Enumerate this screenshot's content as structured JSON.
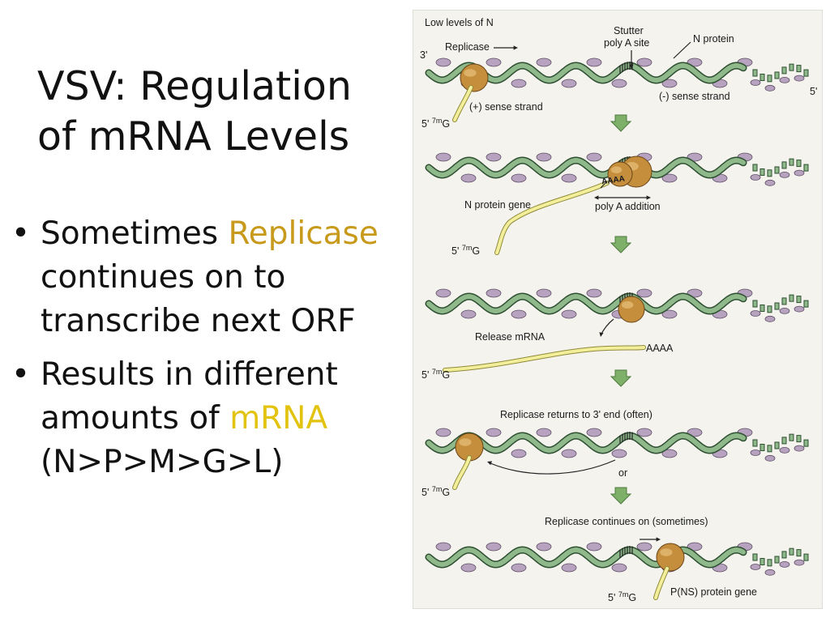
{
  "slide": {
    "title": "VSV:  Regulation\nof mRNA Levels",
    "bullets": [
      {
        "prefix": "Sometimes ",
        "highlight": "Replicase",
        "suffix": "  continues on to transcribe next ORF",
        "highlight_color": "#c89a1c"
      },
      {
        "prefix": "Results in different amounts of ",
        "highlight": "mRNA",
        "suffix": " (N>P>M>G>L)",
        "highlight_color": "#e2c30f"
      }
    ],
    "bullet_glyph": "•"
  },
  "figure": {
    "colors": {
      "background": "#f4f3ee",
      "border": "#c9c8c2",
      "strand": "#8fb98b",
      "strand_edge": "#2e4f31",
      "protein": "#b7a3bf",
      "replicase": "#c58e3c",
      "mrna": "#f2ee9a",
      "arrow": "#7fb06a"
    },
    "panel1": {
      "heading": "Low levels of N",
      "replicase": "Replicase",
      "stutter": "Stutter",
      "poly_a_site": "poly A site",
      "n_protein": "N protein",
      "end3": "3'",
      "end5": "5'",
      "plus_strand": "(+) sense strand",
      "minus_strand": "(-) sense strand",
      "cap_prefix": "5'",
      "cap_sup": "7m",
      "cap_g": "G"
    },
    "panel2": {
      "gene": "N protein gene",
      "poly_a_addition": "poly A addition",
      "aaaa": "AAAA",
      "cap_prefix": "5'",
      "cap_sup": "7m",
      "cap_g": "G"
    },
    "panel3": {
      "release": "Release mRNA",
      "aaaa": "AAAA",
      "cap_prefix": "5'",
      "cap_sup": "7m",
      "cap_g": "G"
    },
    "panel4": {
      "returns": "Replicase returns to 3' end (often)",
      "or": "or",
      "cap_prefix": "5'",
      "cap_sup": "7m",
      "cap_g": "G"
    },
    "panel5": {
      "continues": "Replicase continues on (sometimes)",
      "gene": "P(NS) protein gene",
      "cap_prefix": "5'",
      "cap_sup": "7m",
      "cap_g": "G"
    }
  }
}
